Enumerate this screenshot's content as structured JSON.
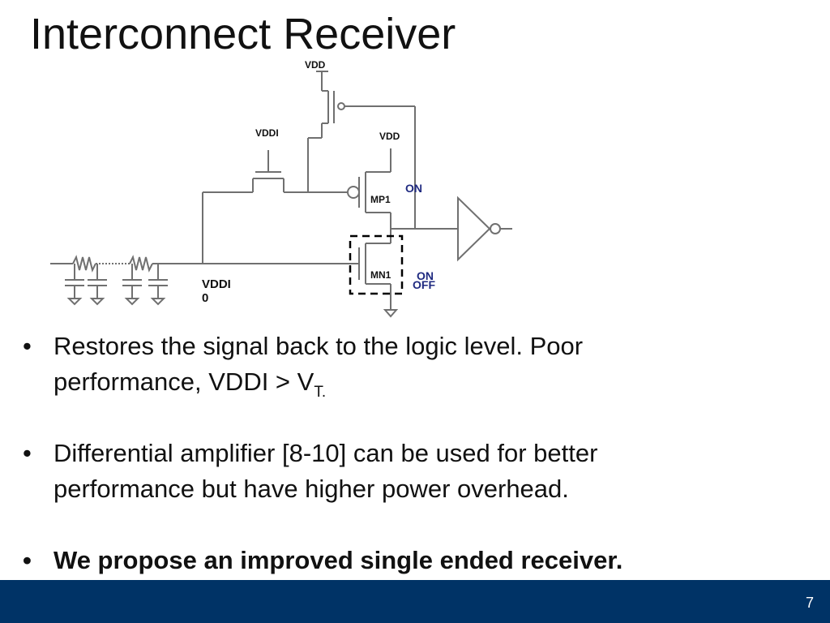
{
  "title": "Interconnect Receiver",
  "circuit": {
    "labels": {
      "vdd_top": "VDD",
      "vddi": "VDDI",
      "vdd_mid": "VDD",
      "mp1": "MP1",
      "mn1": "MN1",
      "input_line1": "VDDI",
      "input_line2": "0"
    },
    "states": {
      "mp1_state": "ON",
      "mn1_state_on": "ON",
      "mn1_state_off": "OFF"
    }
  },
  "bullets": {
    "b1_line1": "Restores the signal back to  the logic level. Poor",
    "b1_line2": "performance, VDDI > V",
    "b1_sub": "T.",
    "b2_line1": "Differential amplifier [8-10] can be used for better",
    "b2_line2": "performance but have higher power overhead.",
    "b3": "We propose an improved single ended receiver."
  },
  "footer": {
    "page_number": "7"
  }
}
